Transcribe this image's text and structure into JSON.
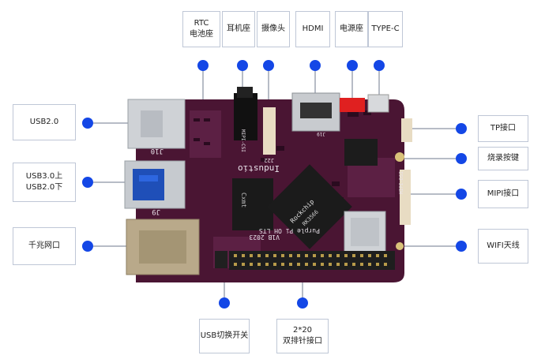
{
  "labels": {
    "rtc": "RTC\n电池座",
    "earphone": "耳机座",
    "camera": "摄像头",
    "hdmi": "HDMI",
    "power": "电源座",
    "typec": "TYPE-C",
    "usb20": "USB2.0",
    "usb30": "USB3.0上\nUSB2.0下",
    "ethernet": "千兆网口",
    "tp": "TP接口",
    "burn_button": "烧录按键",
    "mipi": "MIPI接口",
    "wifi": "WIFI天线",
    "usb_switch": "USB切换开关",
    "header": "2*20\n双排针接口"
  },
  "board_text": {
    "brand": "Industio",
    "model": "Purple Pi OH LTS",
    "version": "V1B 2023",
    "soc": "RK3566",
    "soc_brand": "Rockchip",
    "j10": "J10",
    "j9": "J9",
    "j22": "J22",
    "mipi_csi": "MIPI-CSI",
    "mipi_dsi": "MIPI-DSI",
    "j19": "J19",
    "ram_brand": "Cxmt"
  },
  "colors": {
    "pcb": "#4a1533",
    "accent": "#1447e6",
    "line": "#6f7a8c"
  }
}
